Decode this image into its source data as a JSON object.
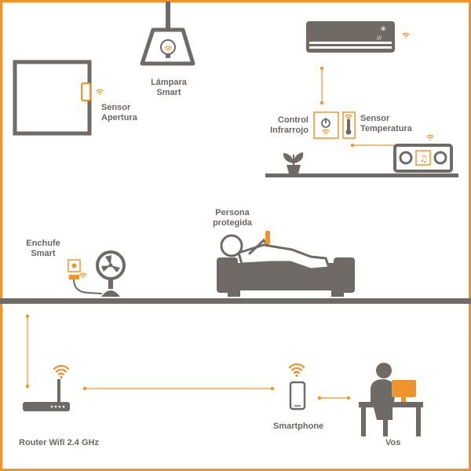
{
  "colors": {
    "accent": "#f0932b",
    "device": "#6f6a66",
    "text": "#6b6661",
    "background": "#ffffff"
  },
  "labels": {
    "lamp": [
      "Lámpara",
      "Smart"
    ],
    "door_sensor": [
      "Sensor",
      "Apertura"
    ],
    "ir_control": [
      "Control",
      "Infrarrojo"
    ],
    "temp_sensor": [
      "Sensor",
      "Temperatura"
    ],
    "person": [
      "Persona",
      "protegida"
    ],
    "plug": [
      "Enchufe",
      "Smart"
    ],
    "router": "Router Wifi 2.4 GHz",
    "smartphone": "Smartphone",
    "user": "Vos"
  },
  "icons": [
    "ceiling-lamp-icon",
    "window-icon",
    "air-conditioner-icon",
    "ir-remote-icon",
    "thermometer-icon",
    "plant-icon",
    "stereo-icon",
    "sofa-icon",
    "person-icon",
    "smart-plug-icon",
    "fan-icon",
    "router-icon",
    "smartphone-icon",
    "desk-user-icon",
    "wifi-icon"
  ]
}
